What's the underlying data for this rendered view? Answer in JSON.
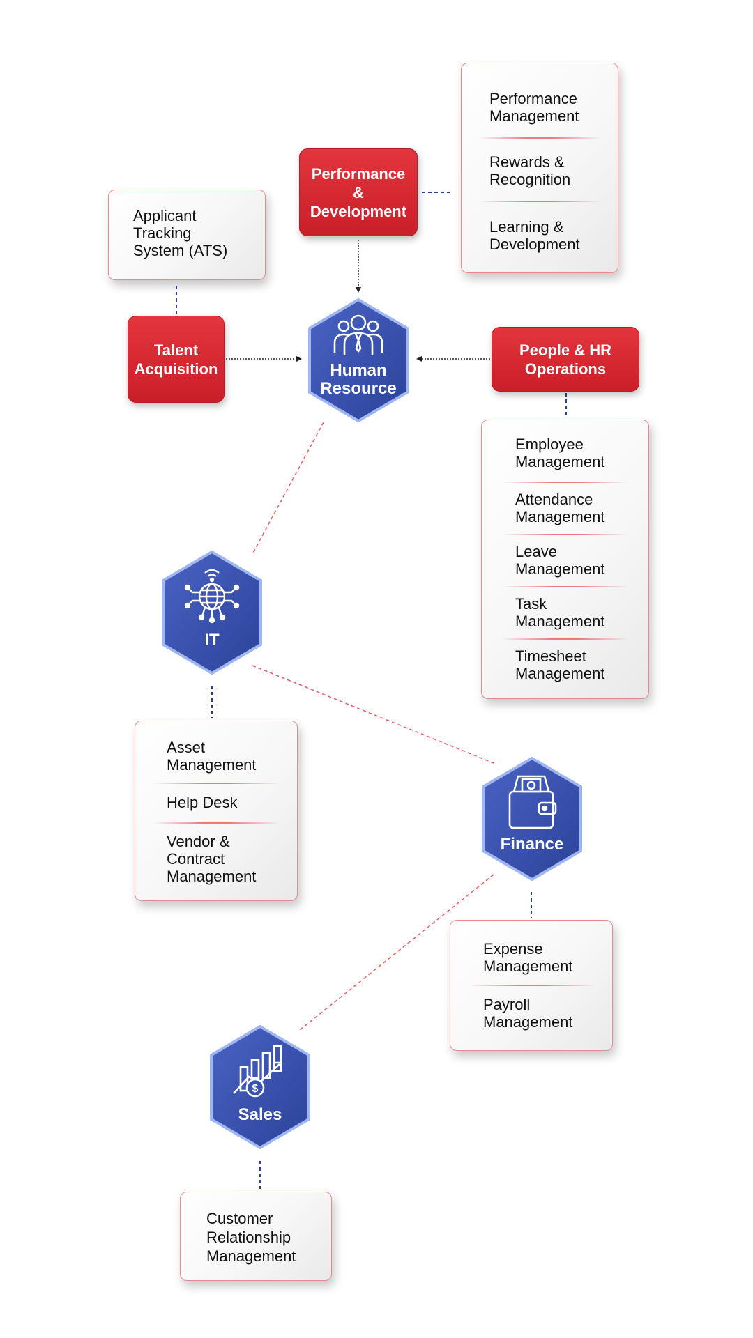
{
  "colors": {
    "hub_blue": "#3a55b0",
    "category_red": "#d3262f",
    "connector_red": "#e85c62",
    "connector_blue": "#2d3f8f"
  },
  "hubs": {
    "hr": {
      "label": "Human\nResource",
      "icon": "team-icon"
    },
    "it": {
      "label": "IT",
      "icon": "globe-network-icon"
    },
    "finance": {
      "label": "Finance",
      "icon": "wallet-icon"
    },
    "sales": {
      "label": "Sales",
      "icon": "sales-growth-icon"
    }
  },
  "categories": {
    "performance": "Performance\n&\nDevelopment",
    "talent": "Talent\nAcquisition",
    "people_ops": "People & HR\nOperations"
  },
  "lists": {
    "ats": [
      "Applicant\nTracking\nSystem (ATS)"
    ],
    "performance": [
      "Performance\nManagement",
      "Rewards &\nRecognition",
      "Learning &\nDevelopment"
    ],
    "people_ops": [
      "Employee\nManagement",
      "Attendance\nManagement",
      "Leave\nManagement",
      "Task\nManagement",
      "Timesheet\nManagement"
    ],
    "it": [
      "Asset\nManagement",
      "Help Desk",
      "Vendor &\nContract\nManagement"
    ],
    "finance": [
      "Expense\nManagement",
      "Payroll\nManagement"
    ],
    "sales": [
      "Customer\nRelationship\nManagement"
    ]
  }
}
